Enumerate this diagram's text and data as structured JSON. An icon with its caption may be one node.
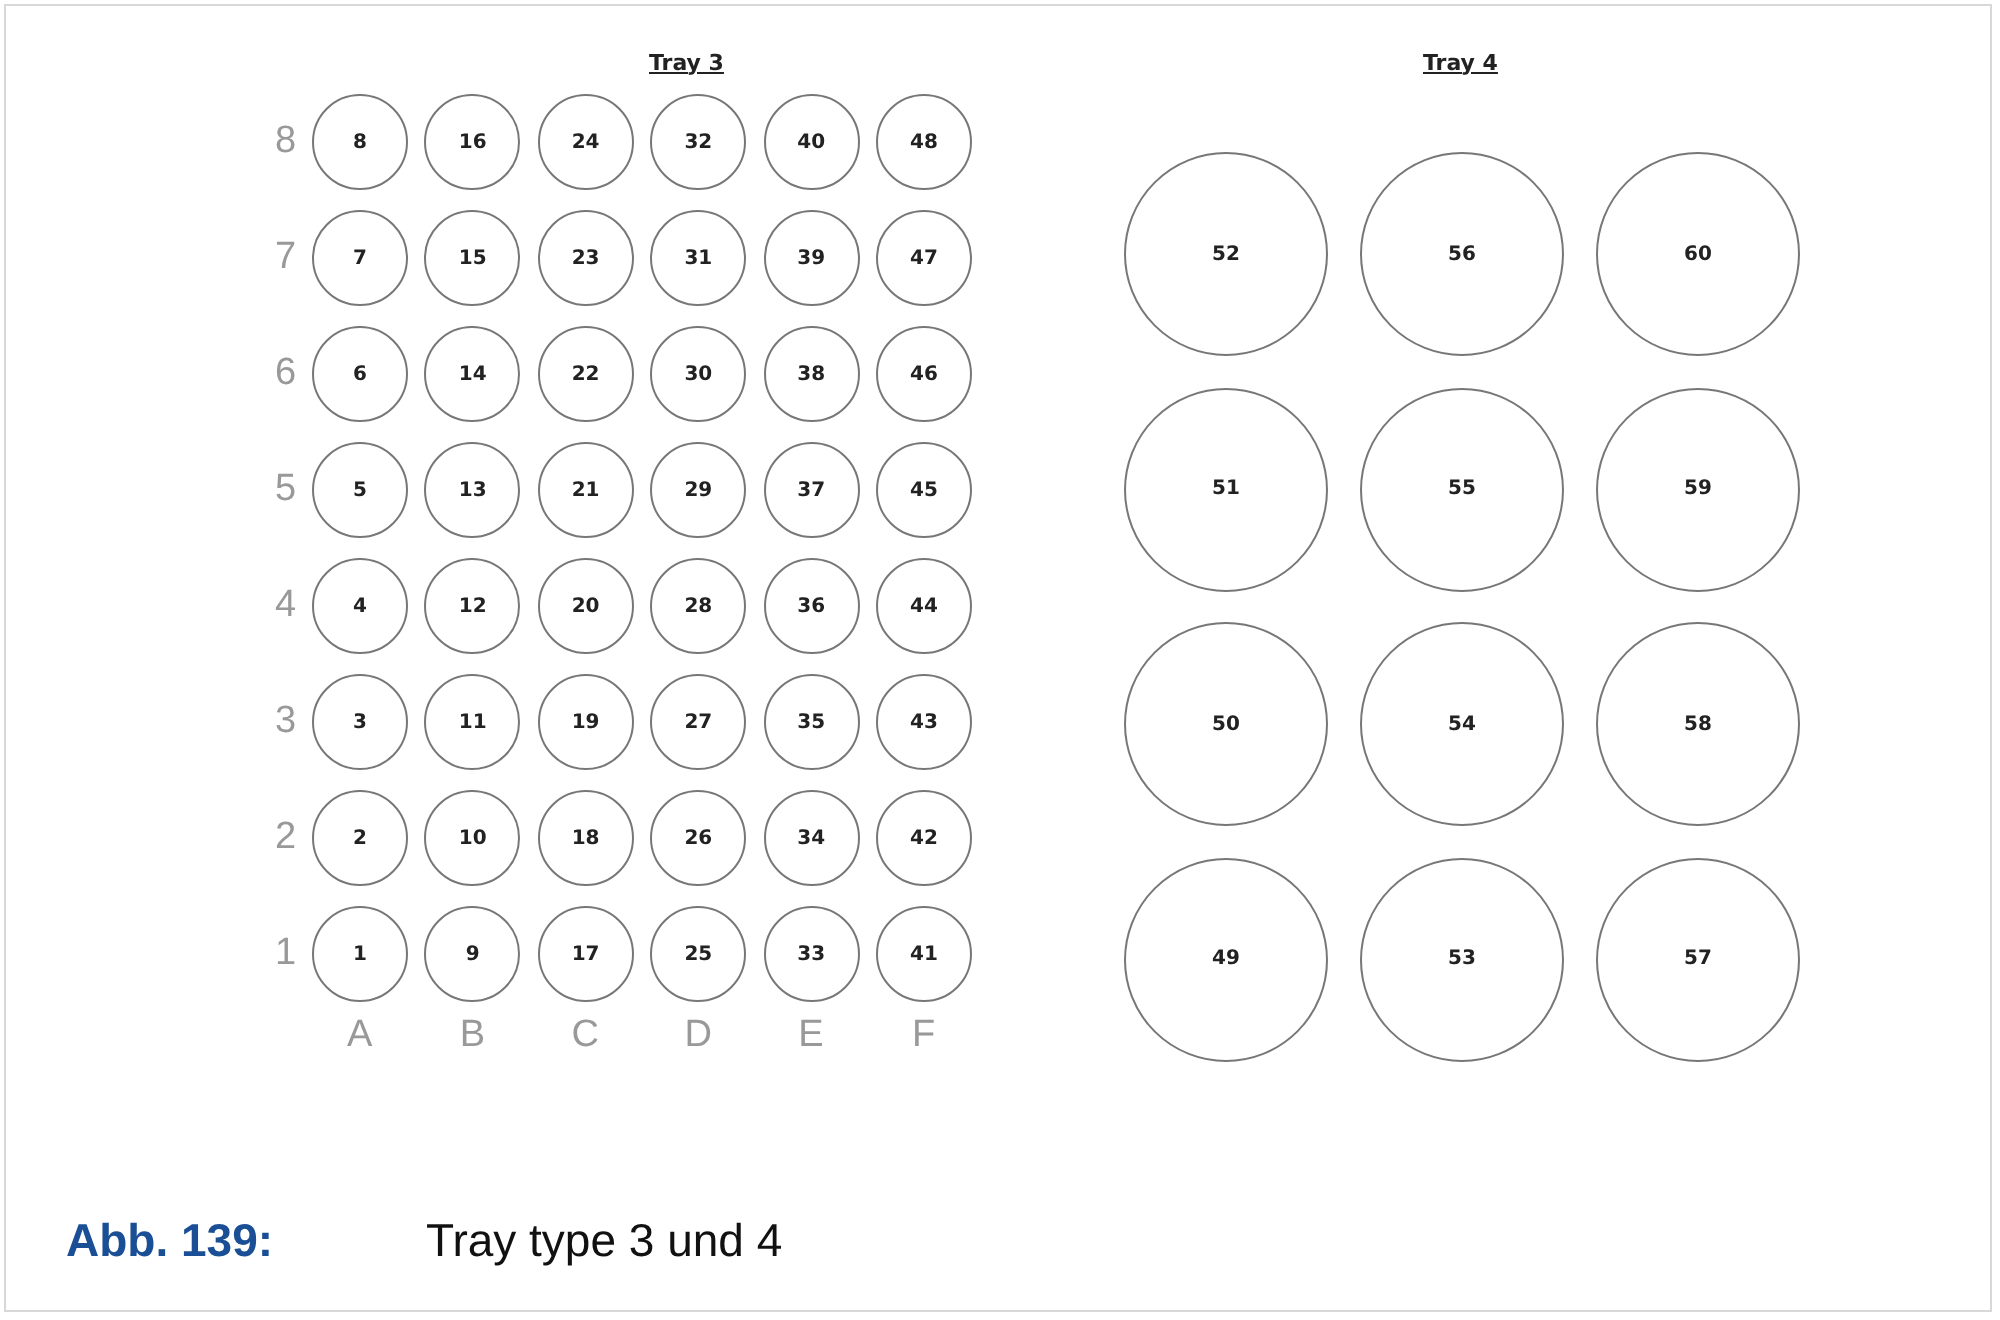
{
  "diagram": {
    "caption": "Tray type 3 und 4",
    "nodes": [
      {
        "text": [
          "8"
        ]
      },
      {
        "text": [
          "16"
        ]
      },
      {
        "text": [
          "24"
        ]
      },
      {
        "text": [
          "32"
        ]
      },
      {
        "text": [
          "40"
        ]
      },
      {
        "text": [
          "48"
        ]
      },
      {
        "text": [
          "7"
        ]
      },
      {
        "text": [
          "15"
        ]
      },
      {
        "text": [
          "23"
        ]
      },
      {
        "text": [
          "31"
        ]
      },
      {
        "text": [
          "39"
        ]
      },
      {
        "text": [
          "47"
        ]
      },
      {
        "text": [
          "6"
        ]
      },
      {
        "text": [
          "14"
        ]
      },
      {
        "text": [
          "22"
        ]
      },
      {
        "text": [
          "30"
        ]
      },
      {
        "text": [
          "38"
        ]
      },
      {
        "text": [
          "46"
        ]
      },
      {
        "text": [
          "5"
        ]
      },
      {
        "text": [
          "13"
        ]
      },
      {
        "text": [
          "21"
        ]
      },
      {
        "text": [
          "29"
        ]
      },
      {
        "text": [
          "37"
        ]
      },
      {
        "text": [
          "45"
        ]
      },
      {
        "text": [
          "4"
        ]
      },
      {
        "text": [
          "12"
        ]
      },
      {
        "text": [
          "20"
        ]
      },
      {
        "text": [
          "28"
        ]
      },
      {
        "text": [
          "36"
        ]
      },
      {
        "text": [
          "44"
        ]
      },
      {
        "text": [
          "3"
        ]
      },
      {
        "text": [
          "11"
        ]
      },
      {
        "text": [
          "19"
        ]
      },
      {
        "text": [
          "27"
        ]
      },
      {
        "text": [
          "35"
        ]
      },
      {
        "text": [
          "43"
        ]
      },
      {
        "text": [
          "2"
        ]
      },
      {
        "text": [
          "10"
        ]
      },
      {
        "text": [
          "18"
        ]
      },
      {
        "text": [
          "26"
        ]
      },
      {
        "text": [
          "34"
        ]
      },
      {
        "text": [
          "42"
        ]
      },
      {
        "text": [
          "1"
        ]
      },
      {
        "text": [
          "9"
        ]
      },
      {
        "text": [
          "17"
        ]
      },
      {
        "text": [
          "25"
        ]
      },
      {
        "text": [
          "33"
        ]
      },
      {
        "text": [
          "41"
        ]
      },
      {
        "text": [
          "52"
        ]
      },
      {
        "text": [
          "56"
        ]
      },
      {
        "text": [
          "60"
        ]
      },
      {
        "text": [
          "51"
        ]
      },
      {
        "text": [
          "55"
        ]
      },
      {
        "text": [
          "59"
        ]
      },
      {
        "text": [
          "50"
        ]
      },
      {
        "text": [
          "54"
        ]
      },
      {
        "text": [
          "58"
        ]
      },
      {
        "text": [
          "49"
        ]
      },
      {
        "text": [
          "53"
        ]
      },
      {
        "text": [
          "57"
        ]
      }
    ],
    "labels": [
      "Tray 3",
      "Tray 4",
      "8",
      "7",
      "6",
      "5",
      "4",
      "3",
      "2",
      "1",
      "A",
      "B",
      "C",
      "D",
      "E",
      "F",
      "Abb. 139:"
    ]
  }
}
